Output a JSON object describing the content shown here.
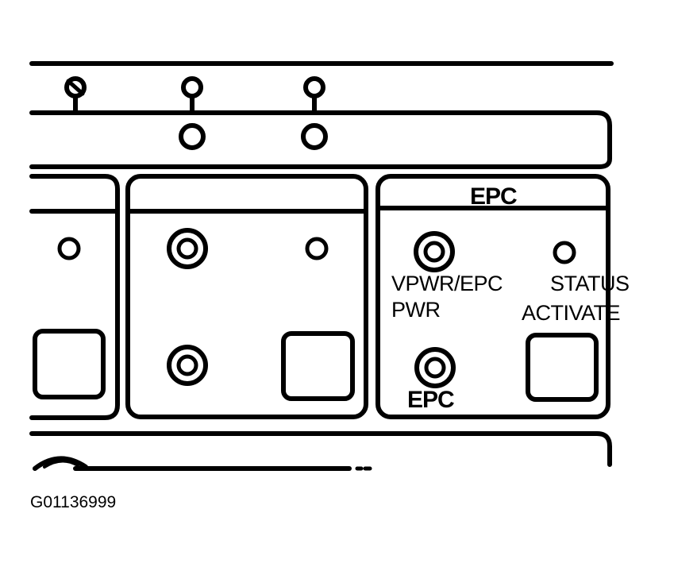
{
  "panel": {
    "epc_header": "EPC",
    "vpwr_label": "VPWR/EPC",
    "pwr_label": "PWR",
    "epc_port_label": "EPC",
    "status_label": "STATUS",
    "activate_label": "ACTIVATE"
  },
  "figure_id": "G01136999",
  "colors": {
    "ink": "#000000",
    "paper": "#ffffff"
  }
}
